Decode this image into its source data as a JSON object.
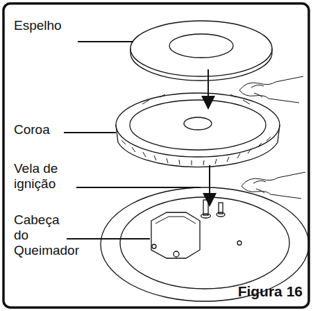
{
  "diagram": {
    "caption": "Figura 16",
    "labels": [
      "Espelho",
      "Coroa",
      "Vela de ignição",
      "Cabeça do Queimador"
    ]
  }
}
